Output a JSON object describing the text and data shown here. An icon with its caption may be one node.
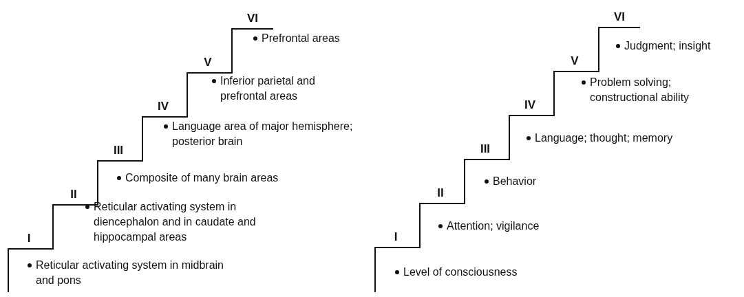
{
  "diagram": {
    "labels": [
      "I",
      "II",
      "III",
      "IV",
      "V",
      "VI",
      "Reticular activating system in midbrain and pons",
      "Reticular activating system in diencephalon and in caudate and hippocampal areas",
      "Composite of many brain areas",
      "Language area of major hemisphere; posterior brain",
      "Inferior parietal and prefrontal areas",
      "Prefrontal areas",
      "I",
      "II",
      "III",
      "IV",
      "V",
      "VI",
      "Level of consciousness",
      "Attention; vigilance",
      "Behavior",
      "Language; thought; memory",
      "Problem solving; constructional ability",
      "Judgment; insight"
    ]
  }
}
